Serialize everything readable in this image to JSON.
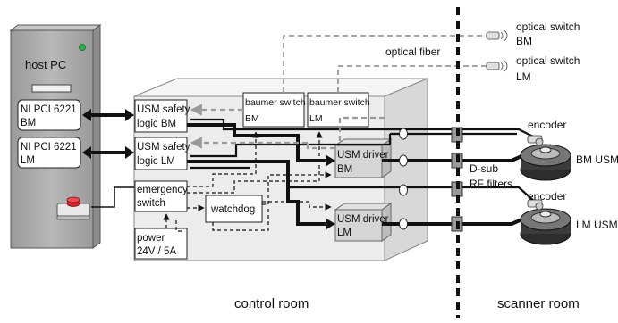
{
  "host_pc": {
    "title": "host PC",
    "card_bm": {
      "line1": "NI PCI 6221",
      "line2": "BM"
    },
    "card_lm": {
      "line1": "NI PCI 6221",
      "line2": "LM"
    }
  },
  "control_box": {
    "usm_safety_bm": {
      "line1": "USM safety",
      "line2": "logic BM"
    },
    "usm_safety_lm": {
      "line1": "USM safety",
      "line2": "logic LM"
    },
    "emergency_switch": {
      "line1": "emergency",
      "line2": "switch"
    },
    "watchdog": "watchdog",
    "power": {
      "line1": "power",
      "line2": "24V / 5A"
    },
    "baumer_bm": {
      "line1": "baumer switch",
      "line2": "BM"
    },
    "baumer_lm": {
      "line1": "baumer switch",
      "line2": "LM"
    },
    "usm_driver_bm": {
      "line1": "USM driver",
      "line2": "BM"
    },
    "usm_driver_lm": {
      "line1": "USM driver",
      "line2": "LM"
    }
  },
  "labels": {
    "optical_fiber": "optical fiber",
    "optical_switch_bm": {
      "line1": "optical switch",
      "line2": "BM"
    },
    "optical_switch_lm": {
      "line1": "optical switch",
      "line2": "LM"
    },
    "encoder_bm": "encoder",
    "encoder_lm": "encoder",
    "bm_usm": "BM USM",
    "lm_usm": "LM USM",
    "dsub": {
      "line1": "D-sub",
      "line2": "RF filters"
    },
    "control_room": "control room",
    "scanner_room": "scanner room"
  },
  "colors": {
    "host_pc_fill": "#a9a9a9",
    "box_fill": "#ececec",
    "status_led": "#2bb34a",
    "emergency_button": "#d8232a",
    "fiber_line": "#9a9a9a"
  }
}
